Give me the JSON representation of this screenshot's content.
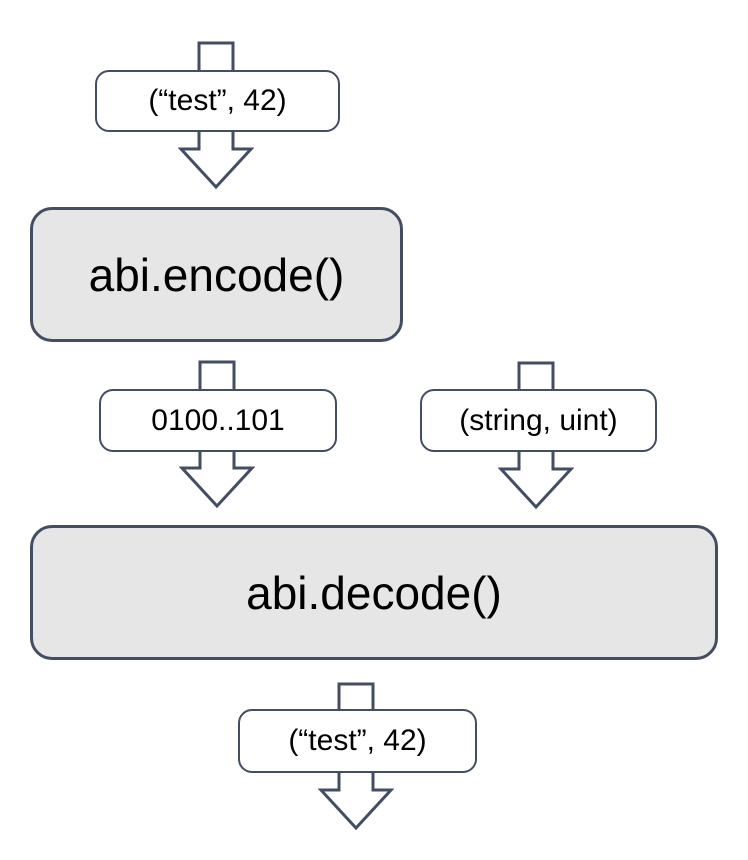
{
  "diagram": {
    "colors": {
      "stroke": "#434e63",
      "node_fill": "#e6e6e6",
      "label_fill": "#ffffff",
      "text": "#000000",
      "background": "#ffffff"
    },
    "nodes": {
      "input_value": "(“test”, 42)",
      "encode_fn": "abi.encode()",
      "encoded_bytes": "0100..101",
      "type_tuple": "(string, uint)",
      "decode_fn": "abi.decode()",
      "output_value": "(“test”, 42)"
    }
  }
}
